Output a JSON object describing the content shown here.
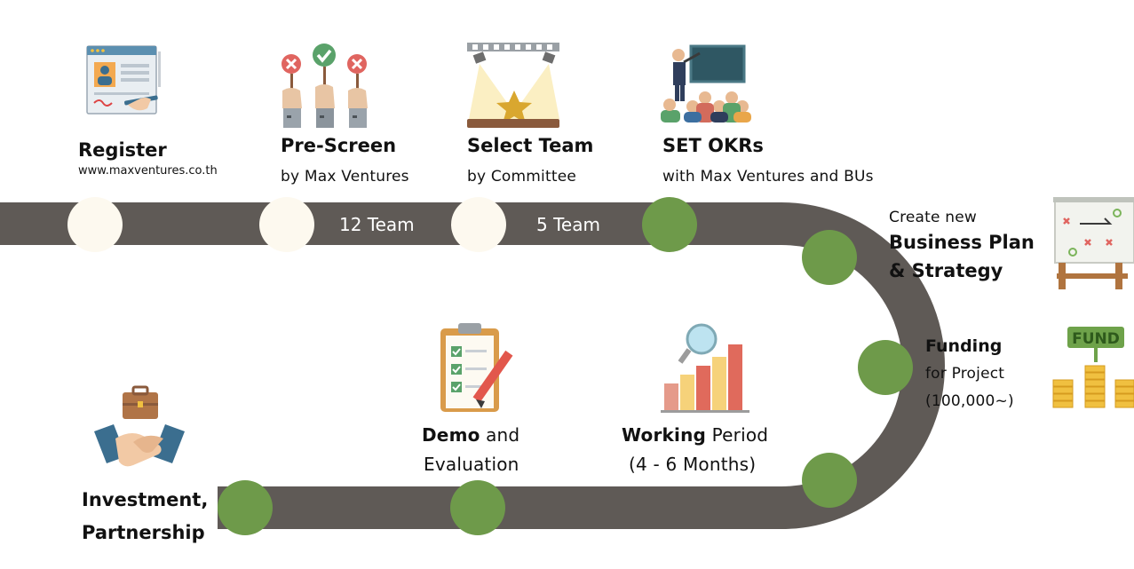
{
  "steps": {
    "register": {
      "title": "Register",
      "subtitle": "www.maxventures.co.th"
    },
    "prescreen": {
      "title": "Pre-Screen",
      "subtitle": "by  Max Ventures"
    },
    "select_team": {
      "title": "Select Team",
      "subtitle": "by  Committee"
    },
    "set_okrs": {
      "title": "SET OKRs",
      "subtitle": "with Max Ventures and BUs"
    },
    "business_plan": {
      "line1": "Create new",
      "line2": "Business Plan",
      "line3": "& Strategy"
    },
    "funding": {
      "title": "Funding",
      "line2": "for Project",
      "line3": "(100,000~)"
    },
    "working": {
      "bold": "Working",
      "rest": " Period",
      "line2": "(4 - 6 Months)"
    },
    "demo": {
      "bold": "Demo",
      "rest": " and",
      "line2": "Evaluation"
    },
    "investment": {
      "line1": "Investment,",
      "line2": "Partnership"
    }
  },
  "counts": {
    "after_prescreen": "12 Team",
    "after_select": "5 Team"
  },
  "icons": {
    "fund_sign": "FUND"
  },
  "colors": {
    "road": "#5f5a56",
    "node_done": "#fdf9ef",
    "node_active": "#6e9a4a",
    "background": "#ffffff"
  }
}
